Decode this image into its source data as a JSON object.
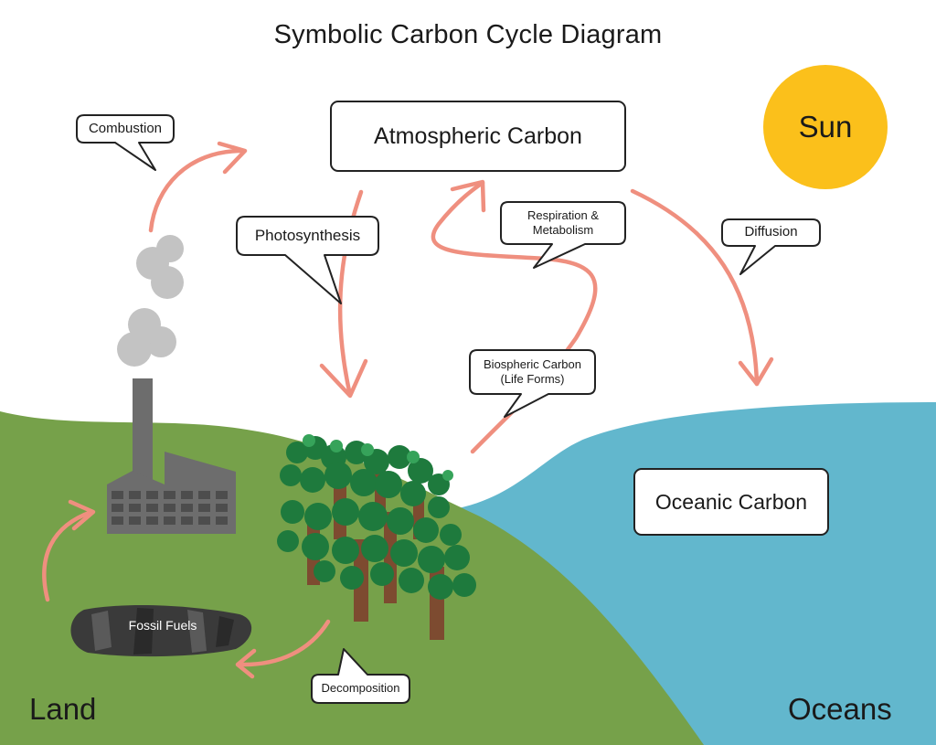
{
  "title": "Symbolic Carbon Cycle Diagram",
  "nodes": {
    "atmospheric": "Atmospheric Carbon",
    "oceanic": "Oceanic Carbon",
    "sun": "Sun",
    "fossil_fuels": "Fossil Fuels"
  },
  "processes": {
    "combustion": "Combustion",
    "photosynthesis": "Photosynthesis",
    "respiration": "Respiration &\nMetabolism",
    "diffusion": "Diffusion",
    "biospheric": "Biospheric Carbon\n(Life Forms)",
    "decomposition": "Decomposition"
  },
  "regions": {
    "land": "Land",
    "oceans": "Oceans"
  },
  "colors": {
    "land": "#76a14a",
    "ocean": "#62b7cd",
    "sun": "#fbc01b",
    "arrow": "#ef8f7f",
    "tree_trunk": "#7d4b30",
    "tree_leaves": "#1e7a3d",
    "factory": "#6d6d6d",
    "smoke": "#c3c3c3",
    "fossil": "#3a3a3a"
  }
}
